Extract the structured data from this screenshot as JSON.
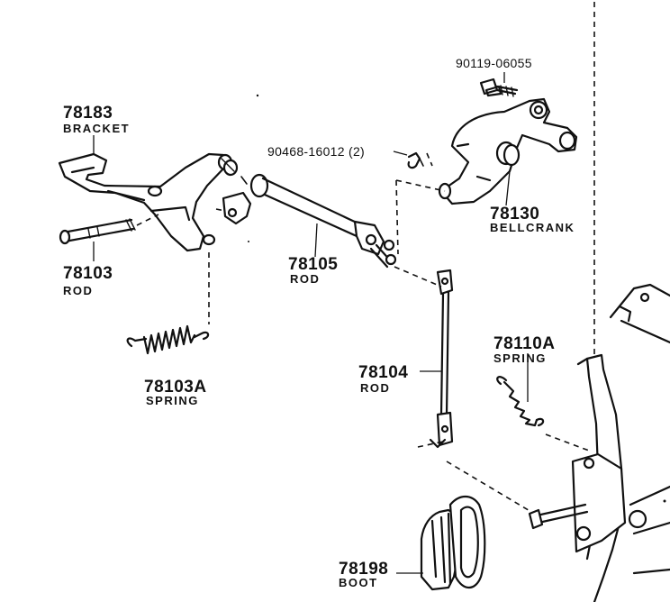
{
  "diagram": {
    "parts": {
      "bracket": {
        "number": "78183",
        "name": "BRACKET"
      },
      "rod_78103": {
        "number": "78103",
        "name": "ROD"
      },
      "spring_78103a": {
        "number": "78103A",
        "name": "SPRING"
      },
      "rod_78105": {
        "number": "78105",
        "name": "ROD"
      },
      "pin_90468": {
        "number": "90468-16012 (2)"
      },
      "bolt_90119": {
        "number": "90119-06055"
      },
      "bellcrank": {
        "number": "78130",
        "name": "BELLCRANK"
      },
      "rod_78104": {
        "number": "78104",
        "name": "ROD"
      },
      "spring_78110a": {
        "number": "78110A",
        "name": "SPRING"
      },
      "boot": {
        "number": "78198",
        "name": "BOOT"
      }
    },
    "colors": {
      "ink": "#111111",
      "paper": "#ffffff"
    }
  }
}
